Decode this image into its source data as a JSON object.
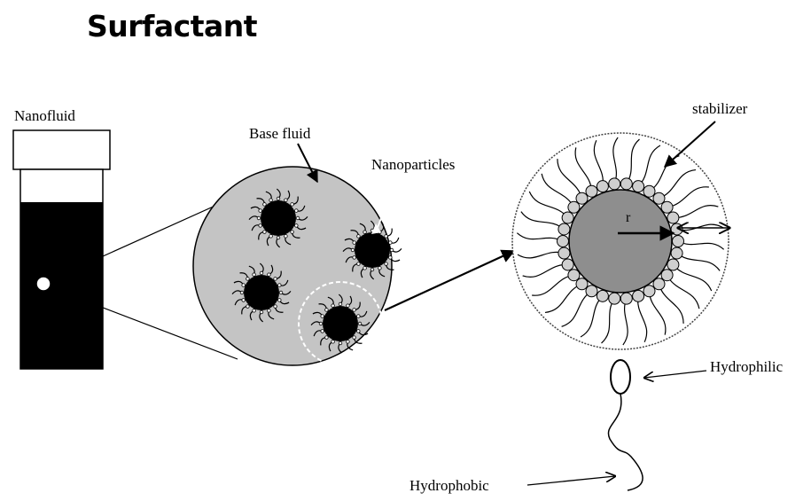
{
  "title": "Surfactant",
  "labels": {
    "nanofluid": "Nanofluid",
    "base_fluid": "Base fluid",
    "nanoparticles": "Nanoparticles",
    "stabilizer": "stabilizer",
    "radius": "r",
    "hydrophilic": "Hydrophilic",
    "hydrophobic": "Hydrophobic"
  },
  "colors": {
    "fluid_gray": "#c4c4c4",
    "core_gray": "#8e8e8e",
    "bead_gray": "#cfcfcf",
    "ink": "#000000"
  }
}
